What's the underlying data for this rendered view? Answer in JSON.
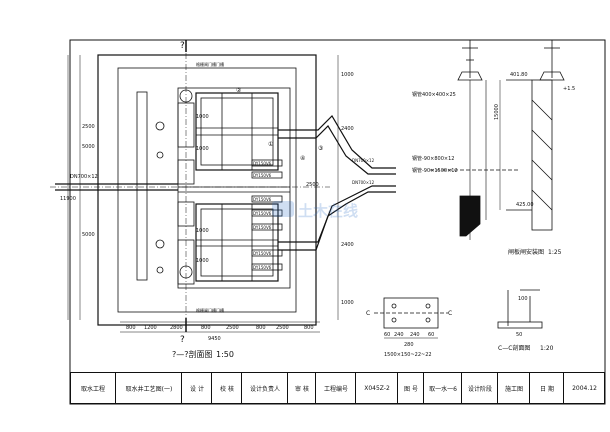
{
  "views": {
    "plan": {
      "section_mark_top": "?",
      "section_mark_bottom": "?",
      "title": "?—?剖面图",
      "scale": "1:50",
      "dims_bottom": [
        "800",
        "1200",
        "2800",
        "800",
        "2500",
        "800",
        "2500",
        "800"
      ],
      "dim_total_bottom": "9450",
      "dims_right": [
        "1000",
        "2400",
        "2400",
        "1000"
      ],
      "dims_left": [
        "2500",
        "5000",
        "5000"
      ],
      "dim_total_left": "11900",
      "dims_misc": [
        "1000",
        "1000",
        "1000",
        "1000",
        "2500"
      ],
      "pipe_label_left": "DN700×12",
      "valve_labels": [
        "DY150V6",
        "DY150V6",
        "DY150V6",
        "DY150V6",
        "DY150V6",
        "DY150V6",
        "DY150V6"
      ],
      "pipe_callouts": [
        "DN700×12",
        "DN700×12"
      ],
      "callout_numbers": [
        "①",
        "②",
        "③",
        "④"
      ],
      "notes": [
        "格栅闸门槽门槽",
        "格栅闸门槽门槽"
      ]
    },
    "detail": {
      "elev_top": "401.80",
      "elev_mid": "+1.5",
      "elev_bottom": "425.00",
      "dim_vertical": "15000",
      "labels": [
        "钢管400×400×25",
        "钢管-90×800×12",
        "钢管-90×1500×12"
      ],
      "title": "闸板闸安装图",
      "scale": "1:25"
    },
    "section_b": {
      "marks": [
        "C",
        "C"
      ],
      "dims": [
        "60",
        "240",
        "240",
        "60",
        "280"
      ],
      "title": "1500×150~22~22",
      "scale": ""
    },
    "section_c": {
      "title": "C—C剖面图",
      "scale": "1:20",
      "dims": [
        "100",
        "50"
      ]
    }
  },
  "watermark": "土木在线",
  "title_block": {
    "cells": [
      "取水工程",
      "取水井工艺图(一)",
      "设  计",
      "校  核",
      "设计负责人",
      "审  核",
      "工程编号",
      "X045Z-2",
      "图  号",
      "取一水一6",
      "设计阶段",
      "施工图",
      "日  期",
      "2004.12"
    ]
  }
}
